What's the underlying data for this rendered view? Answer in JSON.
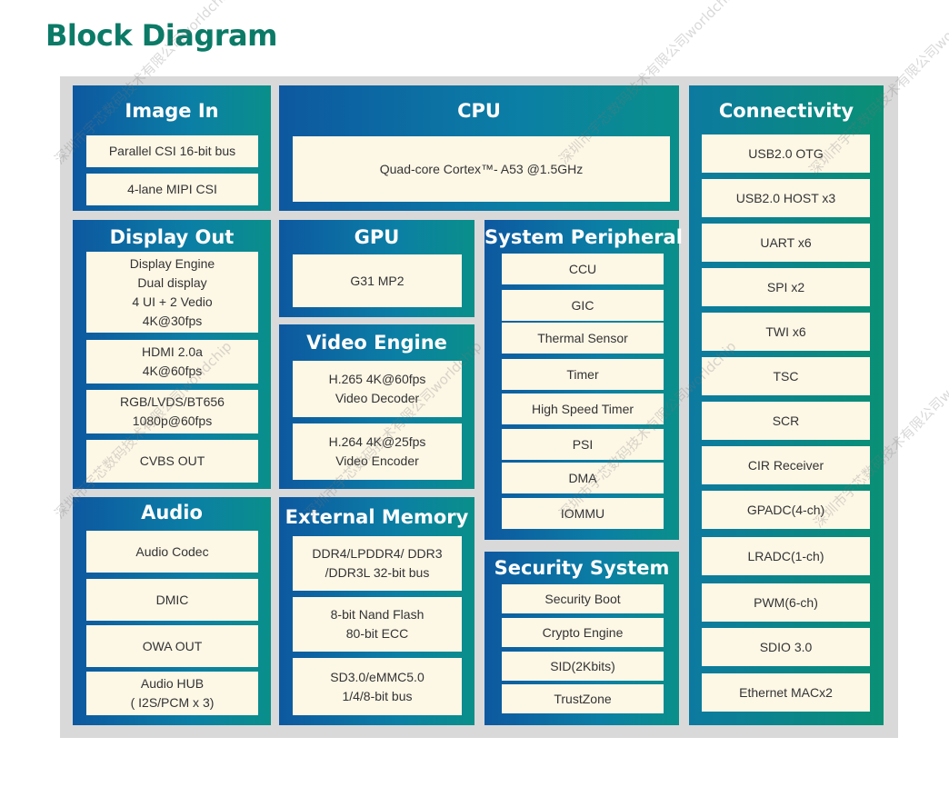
{
  "title": "Block Diagram",
  "watermark": "深圳市宇芯数码技术有限公司worldchip",
  "blocks": {
    "image_in": {
      "title": "Image In",
      "items": [
        "Parallel CSI 16-bit bus",
        "4-lane MIPI CSI"
      ]
    },
    "cpu": {
      "title": "CPU",
      "items": [
        "Quad-core Cortex™- A53 @1.5GHz"
      ]
    },
    "connectivity": {
      "title": "Connectivity",
      "items": [
        "USB2.0 OTG",
        "USB2.0 HOST x3",
        "UART x6",
        "SPI x2",
        "TWI x6",
        "TSC",
        "SCR",
        "CIR Receiver",
        "GPADC(4-ch)",
        "LRADC(1-ch)",
        "PWM(6-ch)",
        "SDIO 3.0",
        "Ethernet MACx2"
      ]
    },
    "display_out": {
      "title": "Display Out",
      "items": [
        "Display Engine\nDual display\n4 UI  + 2 Vedio\n4K@30fps",
        "HDMI 2.0a\n4K@60fps",
        "RGB/LVDS/BT656\n1080p@60fps",
        "CVBS OUT"
      ]
    },
    "gpu": {
      "title": "GPU",
      "items": [
        "G31 MP2"
      ]
    },
    "system_peripheral": {
      "title": "System Peripheral",
      "items": [
        "CCU",
        "GIC",
        "Thermal Sensor",
        "Timer",
        "High Speed Timer",
        "PSI",
        "DMA",
        "IOMMU"
      ]
    },
    "video_engine": {
      "title": "Video Engine",
      "items": [
        "H.265 4K@60fps\nVideo Decoder",
        "H.264 4K@25fps\nVideo Encoder"
      ]
    },
    "audio": {
      "title": "Audio",
      "items": [
        "Audio Codec",
        "DMIC",
        "OWA OUT",
        "Audio HUB\n( I2S/PCM x 3)"
      ]
    },
    "external_memory": {
      "title": "External Memory",
      "items": [
        "DDR4/LPDDR4/ DDR3\n/DDR3L 32-bit bus",
        "8-bit Nand Flash\n80-bit ECC",
        "SD3.0/eMMC5.0\n1/4/8-bit bus"
      ]
    },
    "security_system": {
      "title": "Security System",
      "items": [
        "Security Boot",
        "Crypto Engine",
        "SID(2Kbits)",
        "TrustZone"
      ]
    }
  }
}
